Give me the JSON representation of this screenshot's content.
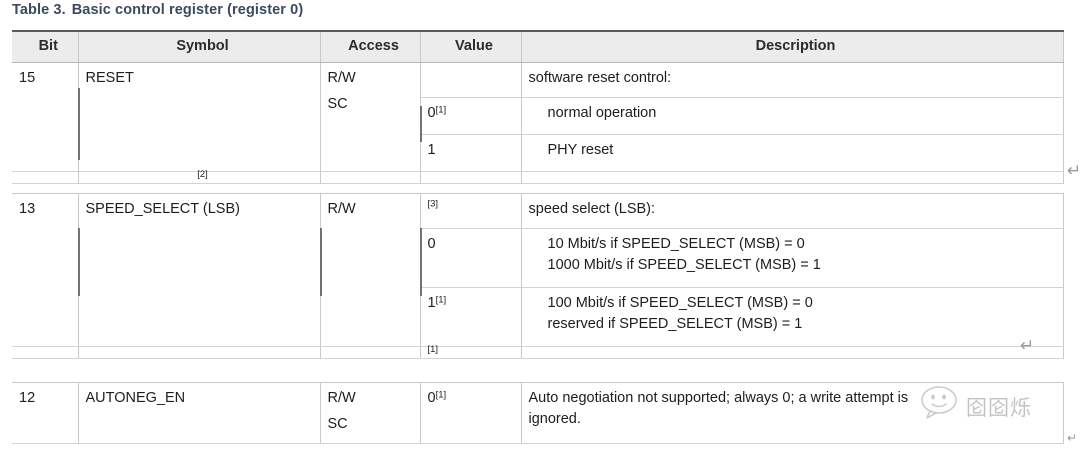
{
  "title": {
    "number": "Table 3.",
    "text": "Basic control register (register 0)"
  },
  "table": {
    "columns": [
      "Bit",
      "Symbol",
      "Access",
      "Value",
      "Description"
    ],
    "blocks": [
      {
        "bit": "15",
        "symbol": "RESET",
        "access_line1": "R/W",
        "access_line2": "SC",
        "rows": [
          {
            "value": "",
            "value_sup": "",
            "description": "software reset control:",
            "indent": false
          },
          {
            "value": "0",
            "value_sup": "[1]",
            "description": "normal operation",
            "indent": true
          },
          {
            "value": "1",
            "value_sup": "",
            "description": "PHY reset",
            "indent": true
          }
        ],
        "clipped_sup": "[2]"
      },
      {
        "bit": "13",
        "symbol": "SPEED_SELECT (LSB)",
        "access_line1": "R/W",
        "access_line2": "",
        "rows": [
          {
            "value": "",
            "value_sup": "[3]",
            "description": "speed select (LSB):",
            "indent": false
          },
          {
            "value": "0",
            "value_sup": "",
            "description_line1": "10 Mbit/s if SPEED_SELECT (MSB) = 0",
            "description_line2": "1000 Mbit/s if SPEED_SELECT (MSB) = 1",
            "indent": true
          },
          {
            "value": "1",
            "value_sup": "[1]",
            "description_line1": "100 Mbit/s if SPEED_SELECT (MSB) = 0",
            "description_line2": "reserved if SPEED_SELECT (MSB) = 1",
            "indent": true
          }
        ],
        "clipped_sup": "[1]"
      },
      {
        "bit": "12",
        "symbol": "AUTONEG_EN",
        "access_line1": "R/W",
        "access_line2": "SC",
        "rows": [
          {
            "value": "0",
            "value_sup": "[1]",
            "description_line1": "Auto negotiation not supported; always 0; a write attempt is",
            "description_line2": "ignored.",
            "indent": false
          }
        ]
      }
    ]
  },
  "marks": {
    "return_symbol": "↵"
  },
  "watermark": {
    "text": "囵囵烁",
    "color": "#bdbdbd"
  }
}
